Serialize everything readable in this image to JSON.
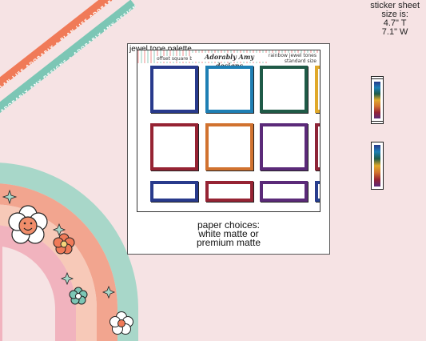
{
  "ribbons": {
    "top": "PLAN LIFE ADORABLY • PLAN LIFE ADORABLY",
    "bottom": "ADORABLY AMY DESIGNS • ADORABLY AMY DESIGNS"
  },
  "size_info": {
    "line1": "sticker sheet",
    "line2": "size is:",
    "line3": "4.7\" T",
    "line4": "7.1\" W"
  },
  "card": {
    "title": "jewel tone palette"
  },
  "sheet": {
    "left_header": "offset square boxes",
    "logo": "Adorably Amy designs",
    "right_header_1": "rainbow jewel tones",
    "right_header_2": "standard size"
  },
  "colors": {
    "navy": "#283a8c",
    "blue": "#1e7fb4",
    "green": "#1f5a47",
    "gold": "#e0a92b",
    "red": "#962333",
    "orange": "#d1722f",
    "purple": "#5b2a79",
    "maroon": "#8d2437"
  },
  "paper": {
    "line1": "paper choices:",
    "line2": "white matte or",
    "line3": "premium matte"
  }
}
